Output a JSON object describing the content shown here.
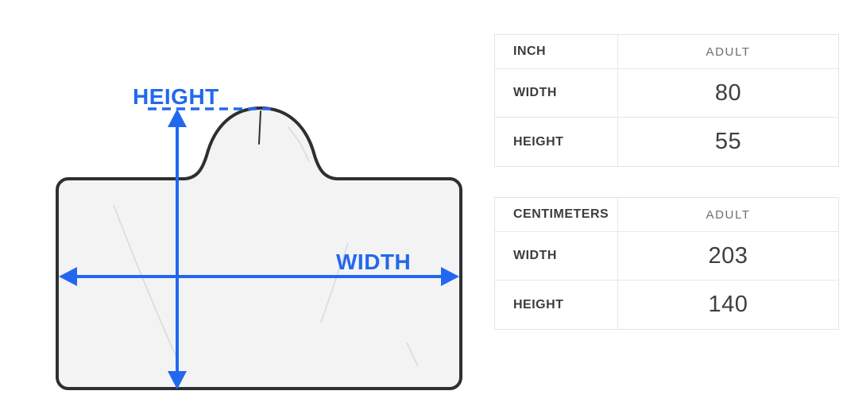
{
  "diagram": {
    "height_label": "HEIGHT",
    "width_label": "WIDTH",
    "colors": {
      "accent": "#2268ef",
      "outline": "#2d2f31",
      "fill": "#f3f3f4",
      "crease": "#d9d9d9"
    }
  },
  "tables": [
    {
      "unit": "INCH",
      "size_column": "ADULT",
      "rows": [
        {
          "label": "WIDTH",
          "value": "80"
        },
        {
          "label": "HEIGHT",
          "value": "55"
        }
      ]
    },
    {
      "unit": "CENTIMETERS",
      "size_column": "ADULT",
      "rows": [
        {
          "label": "WIDTH",
          "value": "203"
        },
        {
          "label": "HEIGHT",
          "value": "140"
        }
      ]
    }
  ]
}
